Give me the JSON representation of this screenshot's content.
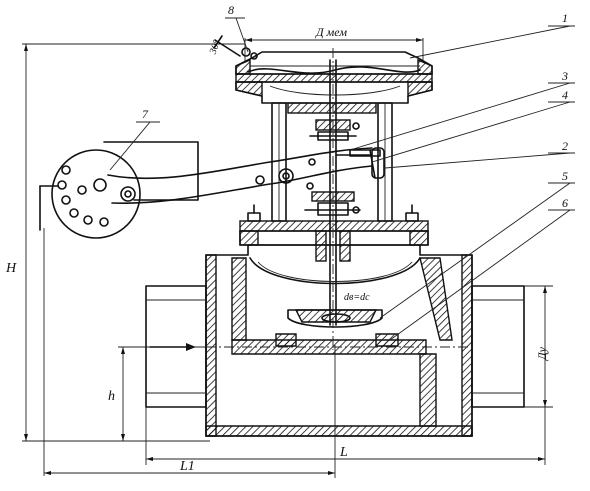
{
  "callouts": {
    "c1": "1",
    "c2": "2",
    "c3": "3",
    "c4": "4",
    "c5": "5",
    "c6": "6",
    "c7": "7",
    "c8": "8"
  },
  "dimensions": {
    "d_mem": "Д мем",
    "H": "H",
    "h": "h",
    "L": "L",
    "L1": "L1",
    "Dy": "Ду",
    "d_seat": "dв=dс",
    "angle": "30°"
  }
}
